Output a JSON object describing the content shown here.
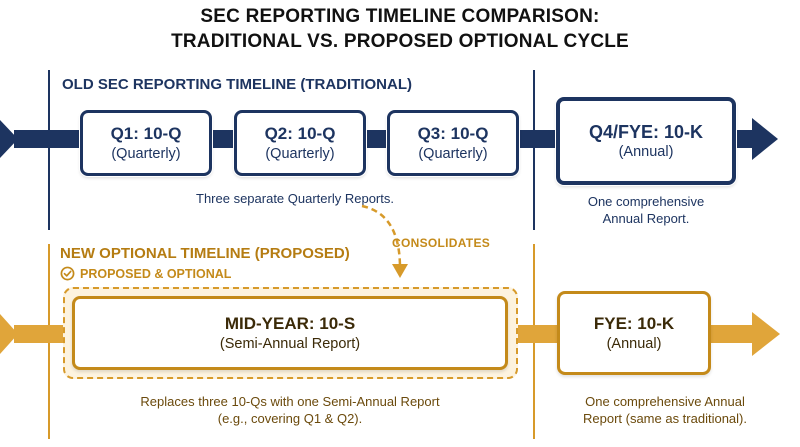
{
  "title": {
    "line1": "SEC REPORTING TIMELINE COMPARISON:",
    "line2": "TRADITIONAL VS. PROPOSED OPTIONAL CYCLE"
  },
  "old_timeline": {
    "heading": "OLD SEC REPORTING TIMELINE (TRADITIONAL)",
    "boxes": [
      {
        "title": "Q1: 10-Q",
        "sub": "(Quarterly)"
      },
      {
        "title": "Q2: 10-Q",
        "sub": "(Quarterly)"
      },
      {
        "title": "Q3: 10-Q",
        "sub": "(Quarterly)"
      },
      {
        "title": "Q4/FYE: 10-K",
        "sub": "(Annual)"
      }
    ],
    "caption_quarterly": "Three separate Quarterly Reports.",
    "caption_annual_line1": "One comprehensive",
    "caption_annual_line2": "Annual Report."
  },
  "connector_label": "CONSOLIDATES",
  "new_timeline": {
    "heading": "NEW OPTIONAL TIMELINE (PROPOSED)",
    "badge": "PROPOSED & OPTIONAL",
    "boxes": [
      {
        "title": "MID-YEAR: 10-S",
        "sub": "(Semi-Annual Report)"
      },
      {
        "title": "FYE: 10-K",
        "sub": "(Annual)"
      }
    ],
    "caption_semi_line1": "Replaces three 10-Qs with one Semi-Annual Report",
    "caption_semi_line2": "(e.g., covering Q1 & Q2).",
    "caption_annual_line1": "One comprehensive Annual",
    "caption_annual_line2": "Report (same as traditional)."
  },
  "colors": {
    "navy": "#1d3460",
    "gold": "#c48a1a",
    "gold_light": "#f2c879",
    "navy_band": "#1d3460"
  }
}
